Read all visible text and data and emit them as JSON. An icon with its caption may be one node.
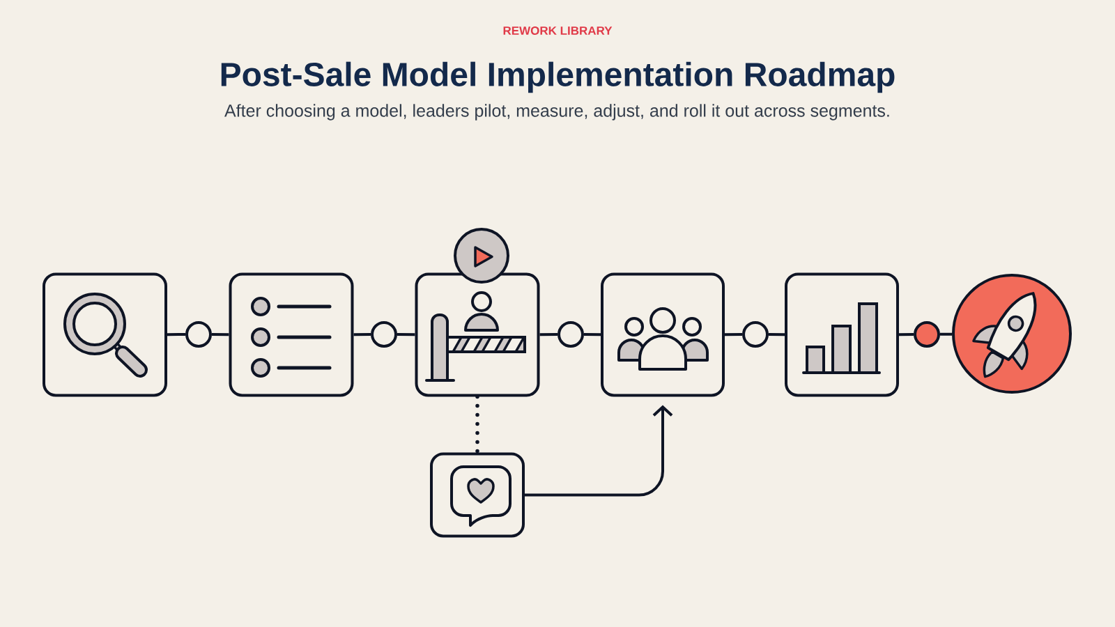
{
  "diagram": {
    "title": "Post-Sale Model Implementation Roadmap",
    "nodes": [
      {
        "text": [],
        "shape": "box"
      },
      {
        "text": [],
        "shape": "circle"
      },
      {
        "text": [],
        "shape": "box"
      },
      {
        "text": [],
        "shape": "circle"
      },
      {
        "text": [],
        "shape": "box"
      },
      {
        "text": [],
        "shape": "circle"
      },
      {
        "text": [],
        "shape": "circle"
      },
      {
        "text": [],
        "shape": "box"
      },
      {
        "text": [],
        "shape": "circle"
      },
      {
        "text": [],
        "shape": "box"
      },
      {
        "text": [],
        "shape": "circle"
      },
      {
        "text": [],
        "shape": "circle"
      },
      {
        "text": [],
        "shape": "box"
      }
    ],
    "edges": [
      {
        "from": 0,
        "to": 1,
        "arrow": "none"
      },
      {
        "from": 1,
        "to": 2,
        "arrow": "none"
      },
      {
        "from": 2,
        "to": 3,
        "arrow": "none"
      },
      {
        "from": 3,
        "to": 4,
        "arrow": "none"
      },
      {
        "from": 4,
        "to": 6,
        "arrow": "none"
      },
      {
        "from": 6,
        "to": 7,
        "arrow": "none"
      },
      {
        "from": 7,
        "to": 8,
        "arrow": "none"
      },
      {
        "from": 8,
        "to": 9,
        "arrow": "none"
      },
      {
        "from": 9,
        "to": 10,
        "arrow": "none"
      },
      {
        "from": 10,
        "to": 11,
        "arrow": "none"
      },
      {
        "from": 4,
        "to": 12,
        "arrow": "none",
        "style": "dashed"
      },
      {
        "from": 12,
        "to": 7,
        "arrow": "to"
      }
    ],
    "labels": [
      "REWORK LIBRARY",
      "After choosing a model, leaders pilot, measure, adjust, and roll it out across segments."
    ]
  }
}
